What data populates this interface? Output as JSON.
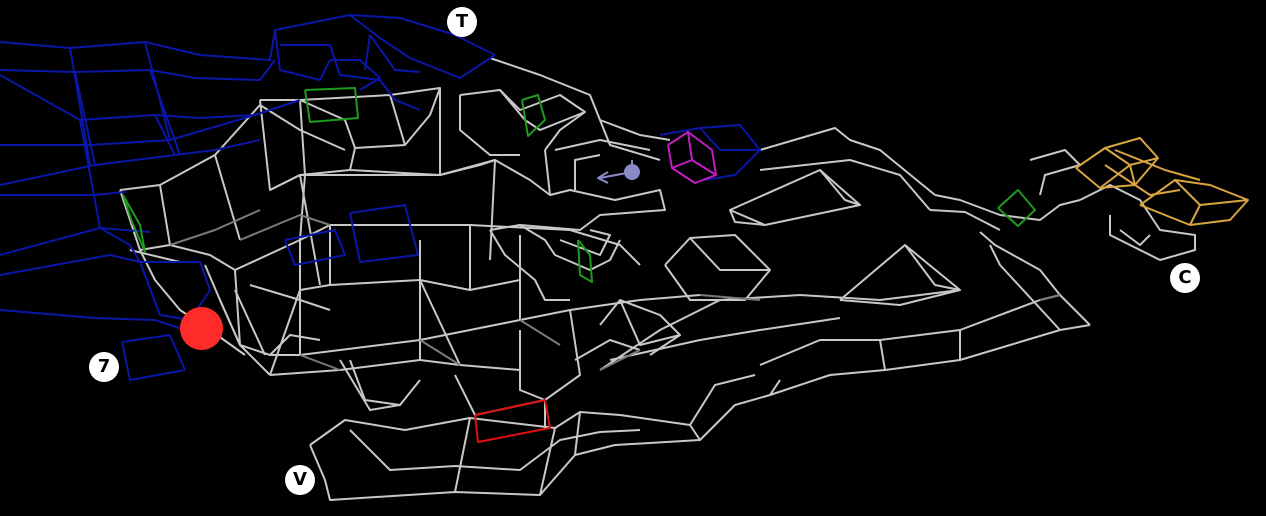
{
  "waypoints": {
    "t": "T",
    "c": "C",
    "seven": "7",
    "v": "V"
  },
  "colors": {
    "background": "#000000",
    "wire": "#c8c8c8",
    "wire_dim": "#7a7a7a",
    "blue_zone": "#0a16a8",
    "green_door": "#1f9a1f",
    "magenta_item": "#c21fc2",
    "gold_item": "#d9a441",
    "red_edge": "#e01010",
    "player": "#ff2a2a",
    "probe": "#8a8ac8",
    "marker_fill": "#ffffff",
    "marker_text": "#000000"
  },
  "icons": {
    "player": "red-dot-icon",
    "probe": "probe-arrow-icon"
  }
}
